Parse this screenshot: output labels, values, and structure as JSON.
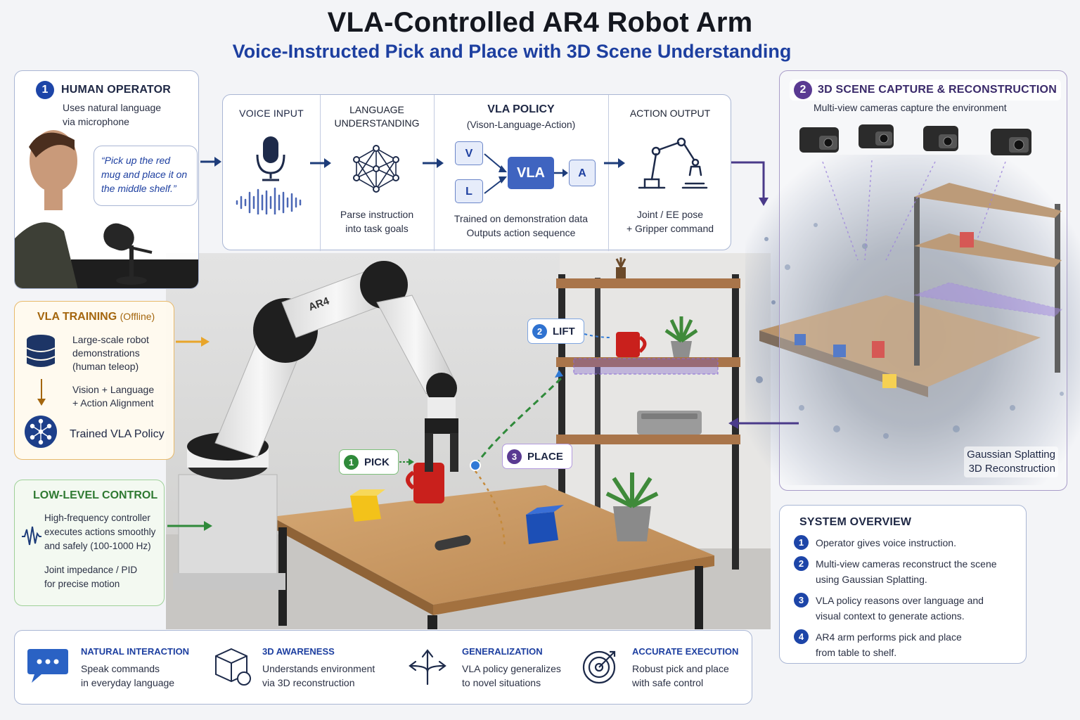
{
  "header": {
    "title": "VLA-Controlled AR4 Robot Arm",
    "subtitle": "Voice-Instructed Pick and Place with 3D Scene Understanding"
  },
  "operator": {
    "num": "1",
    "title": "HUMAN OPERATOR",
    "line1": "Uses natural language",
    "line2": "via microphone",
    "quote1": "“Pick up the red",
    "quote2": "mug and place it on",
    "quote3": "the middle shelf.”"
  },
  "pipeline": {
    "voice": {
      "title": "VOICE INPUT"
    },
    "language": {
      "title1": "LANGUAGE",
      "title2": "UNDERSTANDING",
      "desc1": "Parse instruction",
      "desc2": "into task goals"
    },
    "policy": {
      "title": "VLA POLICY",
      "sub": "(Vison-Language-Action)",
      "v": "V",
      "l": "L",
      "vla": "VLA",
      "a": "A",
      "desc1": "Trained on demonstration data",
      "desc2": "Outputs action sequence"
    },
    "action": {
      "title": "ACTION OUTPUT",
      "desc1": "Joint / EE pose",
      "desc2": "+ Gripper command"
    }
  },
  "scene_capture": {
    "num": "2",
    "title": "3D SCENE CAPTURE  &  RECONSTRUCTION",
    "sub": "Multi-view cameras capture the environment",
    "foot1": "Gaussian Splatting",
    "foot2": "3D Reconstruction"
  },
  "training": {
    "title": "VLA TRAINING",
    "tag": "(Offline)",
    "item1a": "Large-scale robot",
    "item1b": "demonstrations",
    "item1c": "(human teleop)",
    "item2a": "Vision + Language",
    "item2b": "+ Action Alignment",
    "item3": "Trained VLA Policy"
  },
  "control": {
    "title": "LOW-LEVEL CONTROL",
    "l1": "High-frequency controller",
    "l2": "executes actions smoothly",
    "l3": "and safely (100-1000 Hz)",
    "l4": "Joint impedance / PID",
    "l5": "for precise motion"
  },
  "scene": {
    "arm_label": "AR4",
    "pick": {
      "num": "1",
      "label": "PICK"
    },
    "lift": {
      "num": "2",
      "label": "LIFT"
    },
    "place": {
      "num": "3",
      "label": "PLACE"
    }
  },
  "overview": {
    "title": "SYSTEM OVERVIEW",
    "items": [
      {
        "num": "1",
        "l1": "Operator gives voice instruction.",
        "l2": ""
      },
      {
        "num": "2",
        "l1": "Multi-view cameras reconstruct the scene",
        "l2": "using Gaussian Splatting."
      },
      {
        "num": "3",
        "l1": "VLA policy reasons over language and",
        "l2": "visual context to generate actions."
      },
      {
        "num": "4",
        "l1": "AR4 arm performs pick and place",
        "l2": "from table to shelf."
      }
    ]
  },
  "features": [
    {
      "title": "NATURAL INTERACTION",
      "l1": "Speak commands",
      "l2": "in everyday language"
    },
    {
      "title": "3D AWARENESS",
      "l1": "Understands environment",
      "l2": "via 3D reconstruction"
    },
    {
      "title": "GENERALIZATION",
      "l1": "VLA policy generalizes",
      "l2": "to novel situations"
    },
    {
      "title": "ACCURATE EXECUTION",
      "l1": "Robust pick and place",
      "l2": "with safe control"
    }
  ],
  "colors": {
    "blue": "#1d45a8",
    "purple": "#5a3a92",
    "green": "#2f8a3a",
    "orange": "#e8a52a"
  }
}
